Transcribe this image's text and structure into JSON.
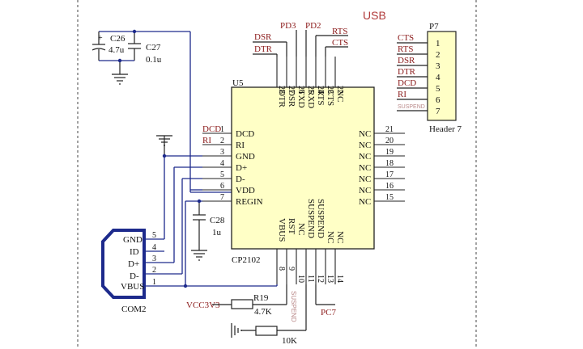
{
  "title": "USB",
  "chip": {
    "designator": "U5",
    "part": "CP2102",
    "left_pins": [
      {
        "num": "1",
        "name": "DCD"
      },
      {
        "num": "2",
        "name": "RI"
      },
      {
        "num": "3",
        "name": "GND"
      },
      {
        "num": "4",
        "name": "D+"
      },
      {
        "num": "5",
        "name": "D-"
      },
      {
        "num": "6",
        "name": "VDD"
      },
      {
        "num": "7",
        "name": "REGIN"
      }
    ],
    "right_pins": [
      {
        "num": "21",
        "name": "NC"
      },
      {
        "num": "20",
        "name": "NC"
      },
      {
        "num": "19",
        "name": "NC"
      },
      {
        "num": "18",
        "name": "NC"
      },
      {
        "num": "17",
        "name": "NC"
      },
      {
        "num": "16",
        "name": "NC"
      },
      {
        "num": "15",
        "name": "NC"
      }
    ],
    "top_pins": [
      {
        "num": "28",
        "name": "DTR"
      },
      {
        "num": "27",
        "name": "DSR"
      },
      {
        "num": "26",
        "name": "TXD"
      },
      {
        "num": "25",
        "name": "RXD"
      },
      {
        "num": "24",
        "name": "RTS"
      },
      {
        "num": "23",
        "name": "CTS"
      },
      {
        "num": "22",
        "name": "NC"
      }
    ],
    "bottom_pins": [
      {
        "num": "8",
        "name": "VBUS"
      },
      {
        "num": "9",
        "name": "RST"
      },
      {
        "num": "10",
        "name": "NC"
      },
      {
        "num": "11",
        "name": "SUSPEND"
      },
      {
        "num": "12",
        "name": "SUSPEND"
      },
      {
        "num": "13",
        "name": "NC"
      },
      {
        "num": "14",
        "name": "NC"
      }
    ]
  },
  "top_nets": [
    "DSR",
    "DTR",
    "PD3",
    "PD2",
    "RTS",
    "CTS"
  ],
  "left_nets": [
    "DCD",
    "RI"
  ],
  "capacitors": [
    {
      "ref": "C26",
      "value": "4.7u",
      "polarity": "+"
    },
    {
      "ref": "C27",
      "value": "0.1u"
    },
    {
      "ref": "C28",
      "value": "1u"
    }
  ],
  "header": {
    "ref": "P7",
    "name": "Header 7",
    "pins": [
      "1",
      "2",
      "3",
      "4",
      "5",
      "6",
      "7"
    ],
    "nets": [
      "CTS",
      "RTS",
      "DSR",
      "DTR",
      "DCD",
      "RI",
      "SUSPEND"
    ]
  },
  "connector": {
    "ref": "COM2",
    "pins": [
      {
        "num": "5",
        "name": "GND"
      },
      {
        "num": "4",
        "name": "ID"
      },
      {
        "num": "3",
        "name": "D+"
      },
      {
        "num": "2",
        "name": "D-"
      },
      {
        "num": "1",
        "name": "VBUS"
      }
    ]
  },
  "resistors": [
    {
      "ref": "R19",
      "value": "4.7K"
    },
    {
      "ref": "",
      "value": "10K"
    }
  ],
  "power_net": "VCC3V3",
  "bottom_nets": [
    "SUSPEND",
    "PC7"
  ]
}
